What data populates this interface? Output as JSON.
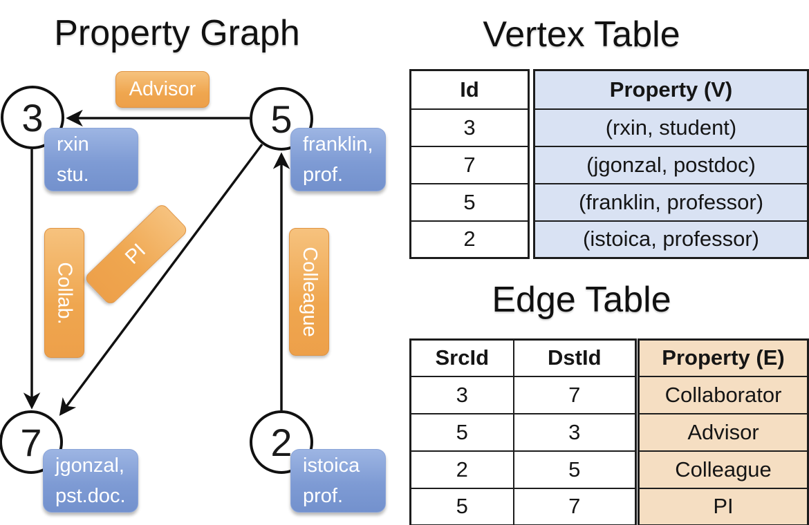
{
  "graph": {
    "title": "Property Graph",
    "nodes": [
      {
        "id": "3",
        "label_lines": [
          "rxin",
          "stu."
        ]
      },
      {
        "id": "5",
        "label_lines": [
          "franklin,",
          "prof."
        ]
      },
      {
        "id": "7",
        "label_lines": [
          "jgonzal,",
          "pst.doc."
        ]
      },
      {
        "id": "2",
        "label_lines": [
          "istoica",
          "prof."
        ]
      }
    ],
    "edge_labels": [
      "Advisor",
      "Collab.",
      "PI",
      "Colleague"
    ],
    "edges": [
      {
        "src": "5",
        "dst": "3",
        "label": "Advisor"
      },
      {
        "src": "3",
        "dst": "7",
        "label": "Collab."
      },
      {
        "src": "5",
        "dst": "7",
        "label": "PI"
      },
      {
        "src": "2",
        "dst": "5",
        "label": "Colleague"
      }
    ]
  },
  "vertex_table": {
    "title": "Vertex Table",
    "columns": [
      "Id",
      "Property (V)"
    ],
    "rows": [
      [
        "3",
        "(rxin, student)"
      ],
      [
        "7",
        "(jgonzal, postdoc)"
      ],
      [
        "5",
        "(franklin, professor)"
      ],
      [
        "2",
        "(istoica, professor)"
      ]
    ]
  },
  "edge_table": {
    "title": "Edge Table",
    "columns": [
      "SrcId",
      "DstId",
      "Property (E)"
    ],
    "rows": [
      [
        "3",
        "7",
        "Collaborator"
      ],
      [
        "5",
        "3",
        "Advisor"
      ],
      [
        "2",
        "5",
        "Colleague"
      ],
      [
        "5",
        "7",
        "PI"
      ]
    ]
  },
  "colors": {
    "vertex_box": "#7e9bd4",
    "edge_box": "#efa64f",
    "vertex_table_fill": "#d9e2f3",
    "edge_table_fill": "#f5dec2",
    "line": "#111111"
  }
}
